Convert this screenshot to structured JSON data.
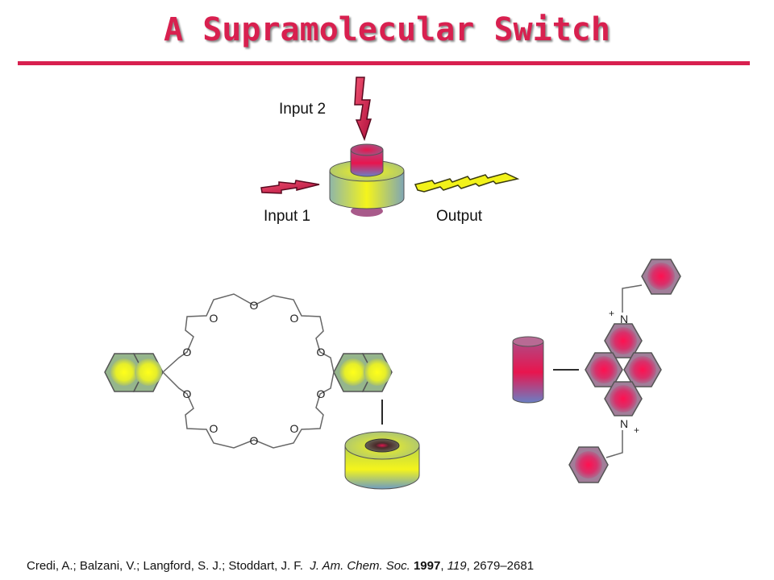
{
  "title": "A Supramolecular Switch",
  "labels": {
    "input2": "Input 2",
    "input1": "Input 1",
    "output": "Output"
  },
  "atoms": {
    "oxygen": "O",
    "nitrogen": "N",
    "plus": "+"
  },
  "citation": {
    "authors": "Credi, A.; Balzani, V.; Langford, S. J.; Stoddart, J. F.",
    "journal": "J. Am. Chem. Soc.",
    "year": "1997",
    "volume": "119",
    "pages": "2679–2681"
  },
  "colors": {
    "title": "#d8204f",
    "ring_yellow": "#f2f21a",
    "ring_green": "#8fb68a",
    "ring_red": "#e0154f",
    "ring_purple": "#9a7a96",
    "bolt_red": "#d8204f",
    "bolt_yellow": "#f2f21a"
  }
}
